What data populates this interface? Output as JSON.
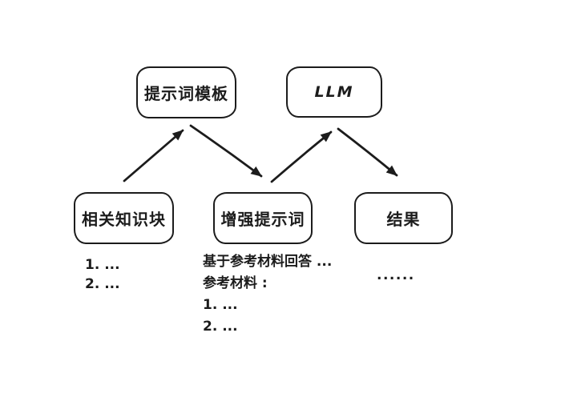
{
  "diagram": {
    "title_hint": "RAG prompt augmentation flow",
    "colors": {
      "stroke": "#1c1c1c",
      "background": "#ffffff"
    },
    "nodes": {
      "template": {
        "label": "提示词模板"
      },
      "llm": {
        "label": "LLM"
      },
      "knowledge": {
        "label": "相关知识块"
      },
      "augmented": {
        "label": "增强提示词"
      },
      "result": {
        "label": "结果"
      }
    },
    "edges": [
      {
        "from": "knowledge",
        "to": "template"
      },
      {
        "from": "template",
        "to": "augmented"
      },
      {
        "from": "augmented",
        "to": "llm"
      },
      {
        "from": "llm",
        "to": "result"
      }
    ],
    "annotations": {
      "knowledge_list": {
        "lines": [
          "1. ...",
          "2. ..."
        ]
      },
      "augmented_prompt": {
        "lines": [
          "基于参考材料回答 ...",
          "参考材料 :",
          "1. ...",
          "2. ..."
        ]
      },
      "result_ellipsis": "......"
    }
  }
}
